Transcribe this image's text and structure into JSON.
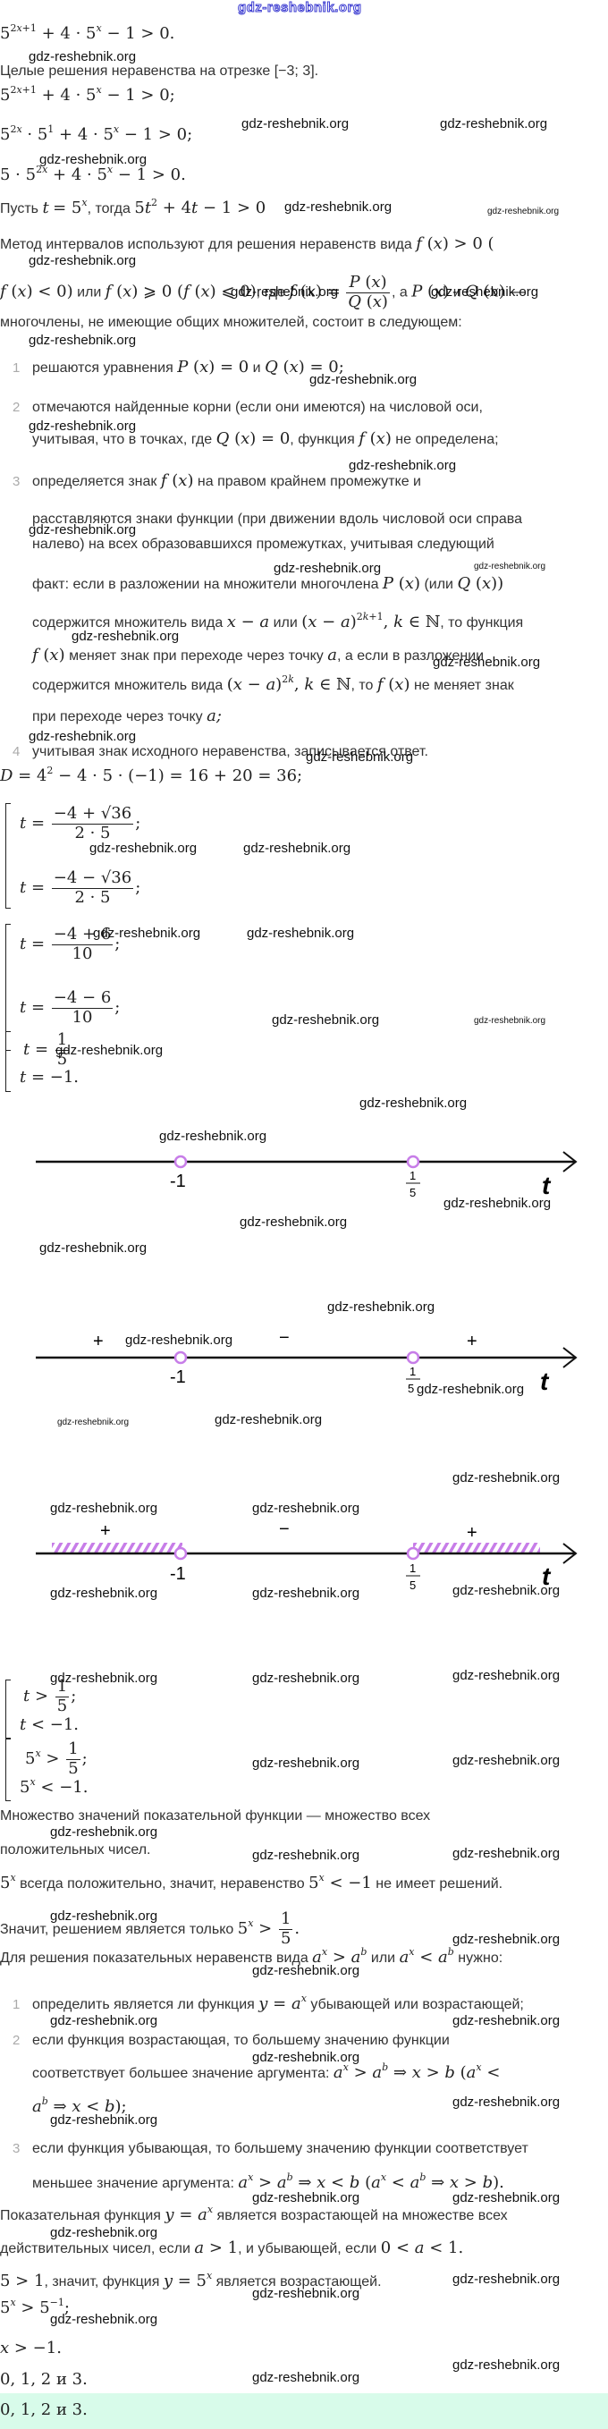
{
  "watermark": "gdz-reshebnik.org",
  "header": {
    "site": "gdz-reshebnik.org"
  },
  "task": {
    "inequality": "5^(2x+1) + 4 · 5^x − 1 > 0.",
    "question": "Целые решения неравенства на отрезке [−3; 3]."
  },
  "steps": {
    "s1": "5^(2x+1) + 4 · 5^x − 1 > 0;",
    "s2": "5^(2x) · 5^1 + 4 · 5^x − 1 > 0;",
    "s3": "5 · 5^(2x) + 4 · 5^x − 1 > 0.",
    "let_prefix": "Пусть",
    "let_var": "t = 5^x",
    "let_mid": ", тогда",
    "let_eq": "5t² + 4t − 1 > 0."
  },
  "method": {
    "intro_1": "Метод интервалов используют для решения неравенств вида",
    "intro_1_math": "f (x) > 0 (",
    "intro_2_a": "f (x) < 0)",
    "intro_2_b": "или",
    "intro_2_c": "f (x) ⩾ 0 (f (x) ⩽ 0)",
    "intro_2_d": ", где",
    "intro_2_e": "f (x) =",
    "frac_num": "P (x)",
    "frac_den": "Q (x)",
    "intro_2_f": ", а",
    "intro_2_g": "P (x)",
    "intro_2_h": "и",
    "intro_2_i": "Q (x) —",
    "intro_3": "многочлены, не имеющие общих множителей, состоит в следующем:",
    "items": [
      {
        "n": "1",
        "text": "решаются уравнения",
        "math": "P (x) = 0",
        "and": "и",
        "math2": "Q (x) = 0;"
      },
      {
        "n": "2",
        "line1": "отмечаются найденные корни (если они имеются) на числовой оси,",
        "line2a": "учитывая, что в точках, где",
        "line2m": "Q (x) = 0",
        "line2b": ", функция",
        "line2m2": "f (x)",
        "line2c": "не определена;"
      },
      {
        "n": "3",
        "l1a": "определяется знак",
        "l1m": "f (x)",
        "l1b": "на правом крайнем промежутке и",
        "l2": "расставляются знаки функции (при движении вдоль числовой оси справа",
        "l3": "налево) на всех образовавшихся промежутках, учитывая следующий",
        "l4a": "факт: если в разложении на множители многочлена",
        "l4m": "P (x)",
        "l4b": "(или",
        "l4m2": "Q (x))",
        "l5a": "содержится множитель вида",
        "l5m": "x − a",
        "l5b": "или",
        "l5m2": "(x − a)",
        "l5sup": "2k+1",
        "l5m3": ", k ∈ ℕ",
        "l5c": ", то функция",
        "l6m": "f (x)",
        "l6a": "меняет знак при переходе через точку",
        "l6m2": "a",
        "l6b": ", а если в разложении",
        "l7a": "содержится множитель вида",
        "l7m": "(x − a)",
        "l7sup": "2k",
        "l7m2": ", k ∈ ℕ",
        "l7b": ", то",
        "l7m3": "f (x)",
        "l7c": "не меняет знак",
        "l8a": "при переходе через точку",
        "l8m": "a;"
      },
      {
        "n": "4",
        "text": "учитывая знак исходного неравенства, записывается ответ."
      }
    ]
  },
  "discriminant": "D = 4² − 4 · 5 · (−1) = 16 + 20 = 36;",
  "roots": {
    "sys1": [
      {
        "lhs": "t =",
        "num": "−4 + √36",
        "den": "2 · 5",
        "end": ";"
      },
      {
        "lhs": "t =",
        "num": "−4 − √36",
        "den": "2 · 5",
        "end": ";"
      }
    ],
    "sys2": [
      {
        "lhs": "t =",
        "num": "−4 + 6",
        "den": "10",
        "end": ";"
      },
      {
        "lhs": "t =",
        "num": "−4 − 6",
        "den": "10",
        "end": ";"
      }
    ],
    "sys3": [
      {
        "lhs": "t =",
        "num": "1",
        "den": "5",
        "end": ""
      },
      {
        "lhs": "t = −1.",
        "num": "",
        "den": "",
        "end": ""
      }
    ]
  },
  "number_lines": {
    "var": "t",
    "point1": "-1",
    "point2_num": "1",
    "point2_den": "5",
    "signs": [
      "+",
      "−",
      "+"
    ],
    "accent_color": "#c77de8",
    "shaded_intervals": [
      "(-∞; -1)",
      "(1/5; +∞)"
    ]
  },
  "conclusion": {
    "sys_t": [
      {
        "lhs": "t >",
        "num": "1",
        "den": "5",
        "end": ";"
      },
      {
        "text": "t < −1."
      }
    ],
    "sys_5x": [
      {
        "lhs": "5^x >",
        "num": "1",
        "den": "5",
        "end": ";"
      },
      {
        "text": "5^x < −1."
      }
    ],
    "range_1": "Множество значений показательной функции — множество всех",
    "range_2": "положительных чисел.",
    "always_pos_a": "всегда положительно, значит, неравенство",
    "always_pos_m": "5^x < −1",
    "always_pos_b": "не имеет решений.",
    "only_a": "Значит, решением является только",
    "only_m": "5^x >",
    "only_num": "1",
    "only_den": "5",
    "rule_intro_a": "Для решения показательных неравенств вида",
    "rule_intro_m1": "a^x > a^b",
    "rule_intro_b": "или",
    "rule_intro_m2": "a^x < a^b",
    "rule_intro_c": "нужно:",
    "rules": [
      {
        "n": "1",
        "a": "определить является ли функция",
        "m": "y = a^x",
        "b": "убывающей или возрастающей;"
      },
      {
        "n": "2",
        "l1": "если функция возрастающая, то большему значению функции",
        "l2a": "соответствует большее значение аргумента:",
        "l2m": "a^x > a^b ⇒ x > b (a^x <",
        "l3m": "a^b ⇒ x < b);"
      },
      {
        "n": "3",
        "l1": "если функция убывающая, то большему значению функции соответствует",
        "l2a": "меньшее значение аргумента:",
        "l2m": "a^x > a^b ⇒ x < b (a^x < a^b ⇒ x > b)."
      }
    ],
    "mono_1a": "Показательная функция",
    "mono_1m": "y = a^x",
    "mono_1b": "является возрастающей на множестве всех",
    "mono_2a": "действительных чисел, если",
    "mono_2m": "a > 1",
    "mono_2b": ", и убывающей, если",
    "mono_2m2": "0 < a < 1.",
    "inc_m": "5 > 1",
    "inc_a": ", значит, функция",
    "inc_m2": "y = 5^x",
    "inc_b": "является возрастающей.",
    "step_a": "5^x > 5^(−1);",
    "step_b": "x > −1.",
    "result": "0, 1, 2 и 3."
  },
  "answer": {
    "label": "0, 1, 2 и 3.",
    "background": "#d8fbea"
  }
}
